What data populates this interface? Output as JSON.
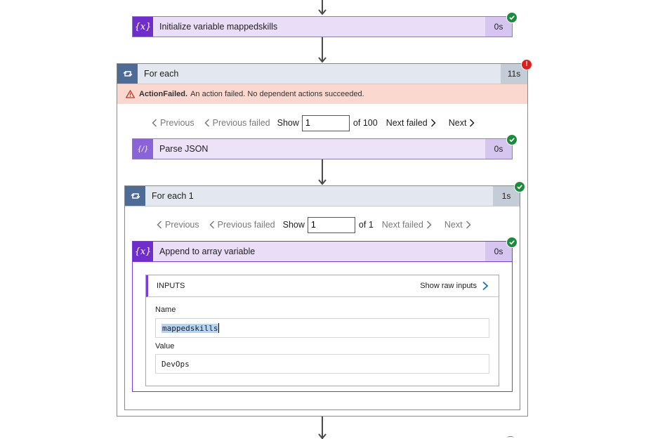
{
  "init_action": {
    "title": "Initialize variable mappedskills",
    "duration": "0s",
    "icon": "variable-icon"
  },
  "foreach_outer": {
    "title": "For each",
    "duration": "11s",
    "error_title": "ActionFailed.",
    "error_message": "An action failed. No dependent actions succeeded.",
    "pager": {
      "previous": "Previous",
      "previous_failed": "Previous failed",
      "show": "Show",
      "value": "1",
      "of": "of 100",
      "next_failed": "Next failed",
      "next": "Next"
    }
  },
  "parse_json": {
    "title": "Parse JSON",
    "duration": "0s"
  },
  "foreach_inner": {
    "title": "For each 1",
    "duration": "1s",
    "pager": {
      "previous": "Previous",
      "previous_failed": "Previous failed",
      "show": "Show",
      "value": "1",
      "of": "of 1",
      "next_failed": "Next failed",
      "next": "Next"
    }
  },
  "append_action": {
    "title": "Append to array variable",
    "duration": "0s",
    "inputs_label": "INPUTS",
    "show_raw": "Show raw inputs",
    "fields": [
      {
        "label": "Name",
        "value": "mappedskills"
      },
      {
        "label": "Value",
        "value": "DevOps"
      }
    ]
  },
  "colors": {
    "variable_icon": "#6f2dcc",
    "loop_icon": "#4e6b96",
    "success": "#1e8a3c",
    "error": "#d9211f",
    "error_bar": "#fad7cf"
  }
}
